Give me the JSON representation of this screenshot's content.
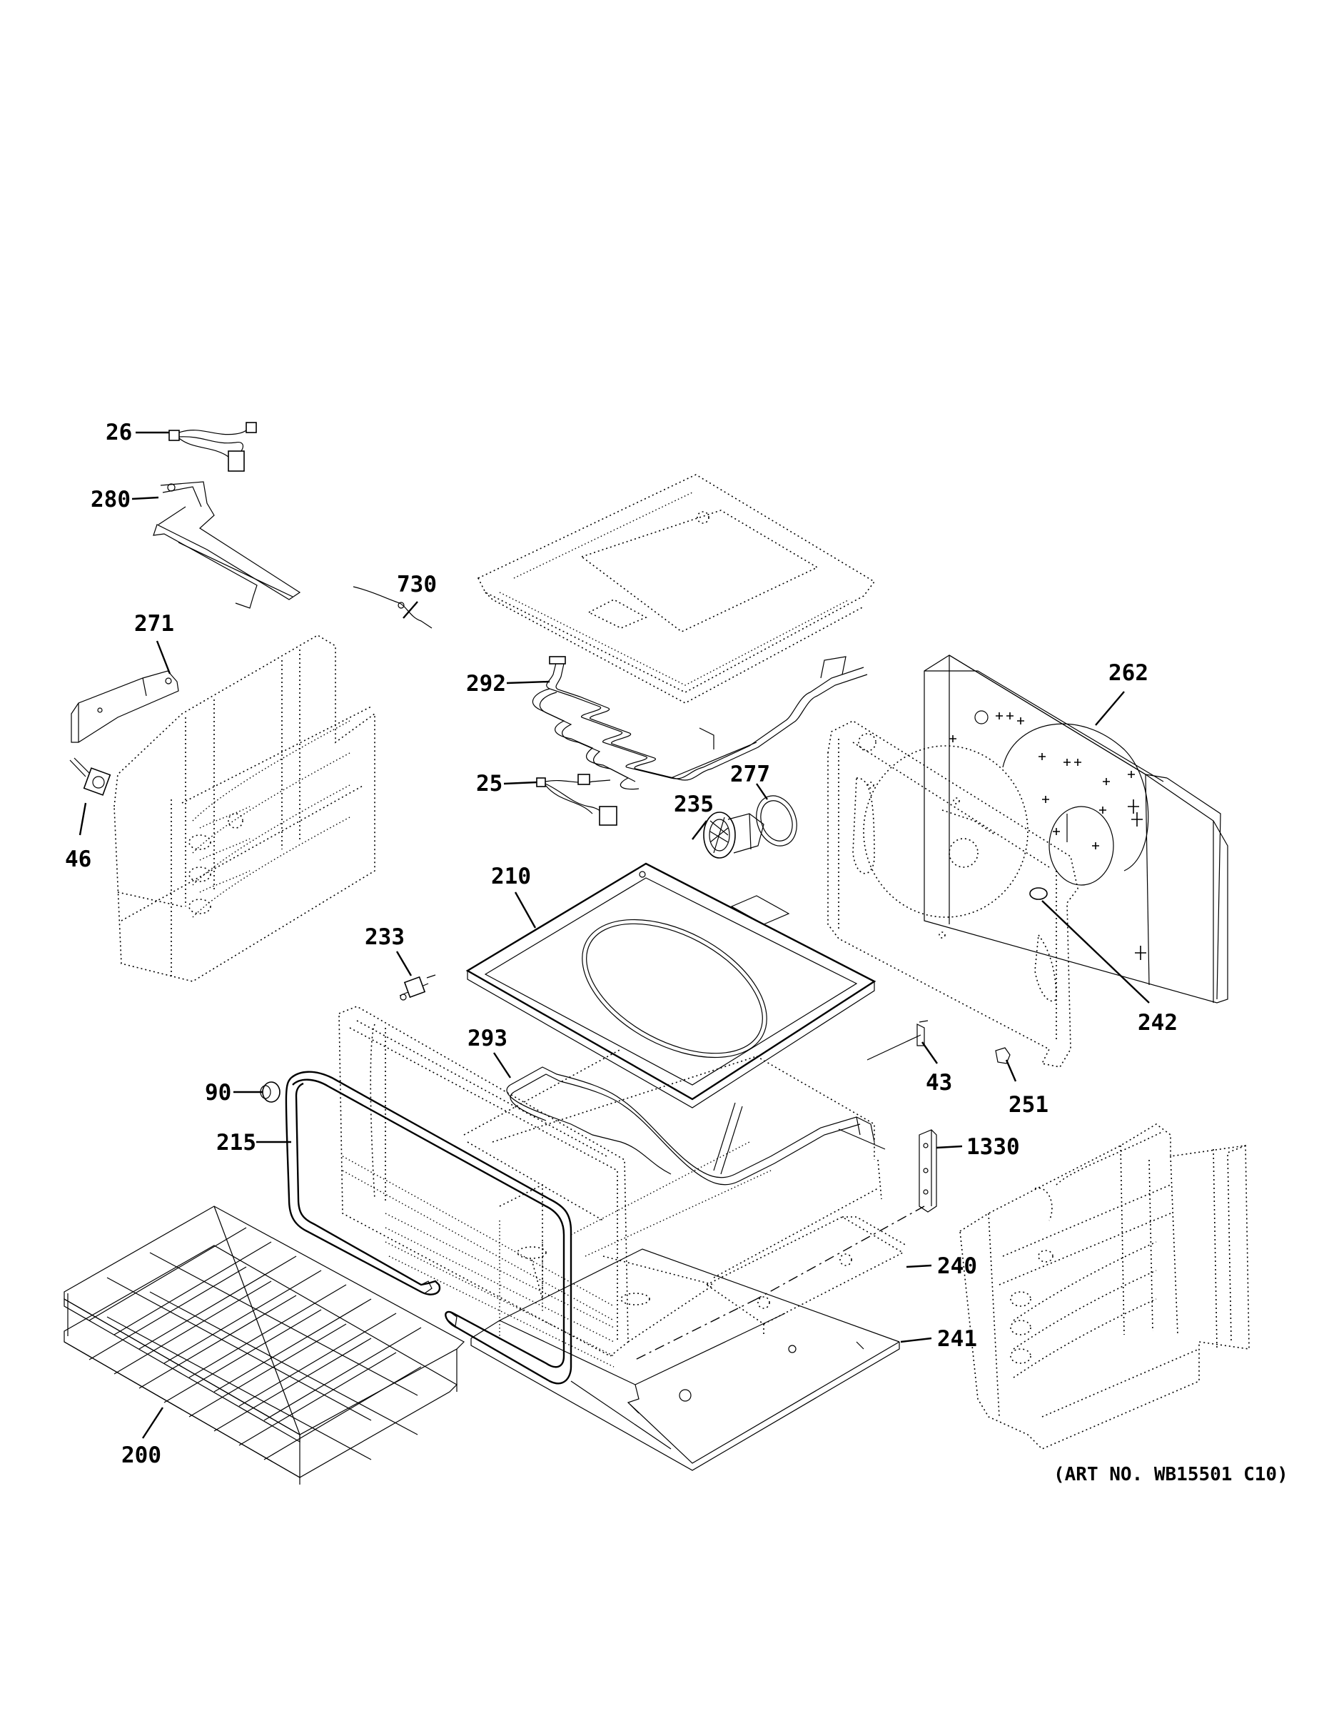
{
  "diagram": {
    "art_number": "(ART NO. WB15501 C10)",
    "callouts": [
      {
        "id": "c26",
        "label": "26"
      },
      {
        "id": "c280",
        "label": "280"
      },
      {
        "id": "c730",
        "label": "730"
      },
      {
        "id": "c271",
        "label": "271"
      },
      {
        "id": "c292",
        "label": "292"
      },
      {
        "id": "c262",
        "label": "262"
      },
      {
        "id": "c25",
        "label": "25"
      },
      {
        "id": "c277",
        "label": "277"
      },
      {
        "id": "c235",
        "label": "235"
      },
      {
        "id": "c46",
        "label": "46"
      },
      {
        "id": "c210",
        "label": "210"
      },
      {
        "id": "c233",
        "label": "233"
      },
      {
        "id": "c242",
        "label": "242"
      },
      {
        "id": "c293",
        "label": "293"
      },
      {
        "id": "c43",
        "label": "43"
      },
      {
        "id": "c251",
        "label": "251"
      },
      {
        "id": "c90",
        "label": "90"
      },
      {
        "id": "c1330",
        "label": "1330"
      },
      {
        "id": "c215",
        "label": "215"
      },
      {
        "id": "c240",
        "label": "240"
      },
      {
        "id": "c241",
        "label": "241"
      },
      {
        "id": "c200",
        "label": "200"
      }
    ]
  }
}
